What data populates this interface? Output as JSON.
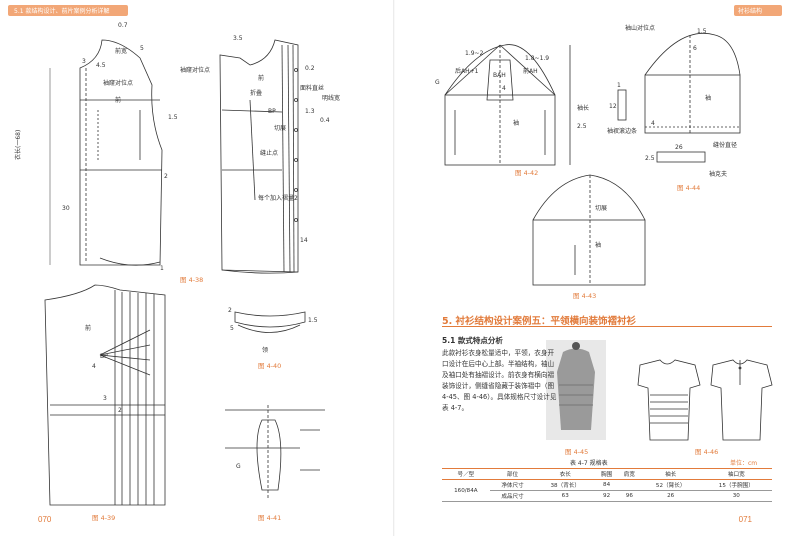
{
  "left_page": {
    "header": "5.1 款结构设计、前片案例分析详解",
    "page_number": "070",
    "figures": {
      "fig_4_38": {
        "caption": "图 4-38",
        "labels": {
          "collar_width": "前宽",
          "front": "前",
          "sleeve_notch": "袖窿对位点",
          "notch2": "袖窿对位点",
          "back_label": "前",
          "fold": "折叠",
          "bp": "BP",
          "cut": "切展",
          "stop": "缝止点",
          "placket": "明线宽",
          "grain": "面料直丝",
          "pleats": "每个加入褶量2",
          "length": "衣长(一68)",
          "v07": "0.7",
          "v5": "5",
          "v3": "3",
          "v45": "4.5",
          "v15": "1.5",
          "v2": "2",
          "v30": "30",
          "v35": "3.5",
          "v02": "0.2",
          "v13": "1.3",
          "v04": "0.4",
          "v14": "14",
          "v1": "1"
        }
      },
      "fig_4_39": {
        "caption": "图 4-39",
        "labels": {
          "front": "前",
          "bp": "BP",
          "v3": "3",
          "v2": "2",
          "v4": "4"
        }
      },
      "fig_4_40": {
        "caption": "图 4-40",
        "labels": {
          "collar": "领",
          "v2": "2",
          "v15": "1.5",
          "v5": "5"
        }
      },
      "fig_4_41": {
        "caption": "图 4-41",
        "labels": {
          "g": "G"
        }
      }
    }
  },
  "right_page": {
    "header": "衬衫结构",
    "page_number": "071",
    "figures": {
      "fig_4_42": {
        "caption": "图 4-42",
        "labels": {
          "back_ah": "后AH+1",
          "front_ah": "前AH",
          "bah": "BAH",
          "v192": "1.9~2",
          "v18": "1.8~1.9",
          "sleeve": "袖",
          "length": "袖长",
          "v25": "2.5",
          "v4": "4",
          "g": "G"
        }
      },
      "fig_4_43": {
        "caption": "图 4-43",
        "labels": {
          "cut": "切展",
          "sleeve": "袖"
        }
      },
      "fig_4_44": {
        "caption": "图 4-44",
        "labels": {
          "notch": "袖山对位点",
          "v15": "1.5",
          "v6": "6",
          "sleeve": "袖",
          "cuff_piece": "袖衩滚边条",
          "v12": "12",
          "v1": "1",
          "v26": "26",
          "grain": "缝份直径",
          "v25": "2.5",
          "cuff": "袖克夫",
          "v4": "4"
        }
      },
      "fig_4_45": {
        "caption": "图 4-45"
      },
      "fig_4_46": {
        "caption": "图 4-46"
      }
    },
    "section_title": "5. 衬衫结构设计案例五：平领横向装饰褶衬衫",
    "subsection_title": "5.1 款式特点分析",
    "body_text": "此款衬衫衣身松量适中，平领，衣身开口设计在后中心上部。半袖结构，袖山及袖口处有抽褶设计。前衣身有横向褶装饰设计，侧缝省隐藏于装饰褶中（图 4-45、图 4-46）。具体规格尺寸设计见表 4-7。",
    "table": {
      "title": "表 4-7  规格表",
      "unit": "单位：cm",
      "headers": [
        "号／型",
        "部位",
        "衣长",
        "胸围",
        "肩宽",
        "袖长",
        "袖口宽"
      ],
      "rows": [
        [
          "160/84A",
          "净体尺寸",
          "38（背长）",
          "84",
          "",
          "52（臂长）",
          "15（手腕围）"
        ],
        [
          "",
          "成品尺寸",
          "63",
          "92",
          "96",
          "26",
          "30"
        ]
      ]
    }
  },
  "colors": {
    "accent": "#e27b3b",
    "header_bg": "#f2a777",
    "line": "#333333"
  }
}
